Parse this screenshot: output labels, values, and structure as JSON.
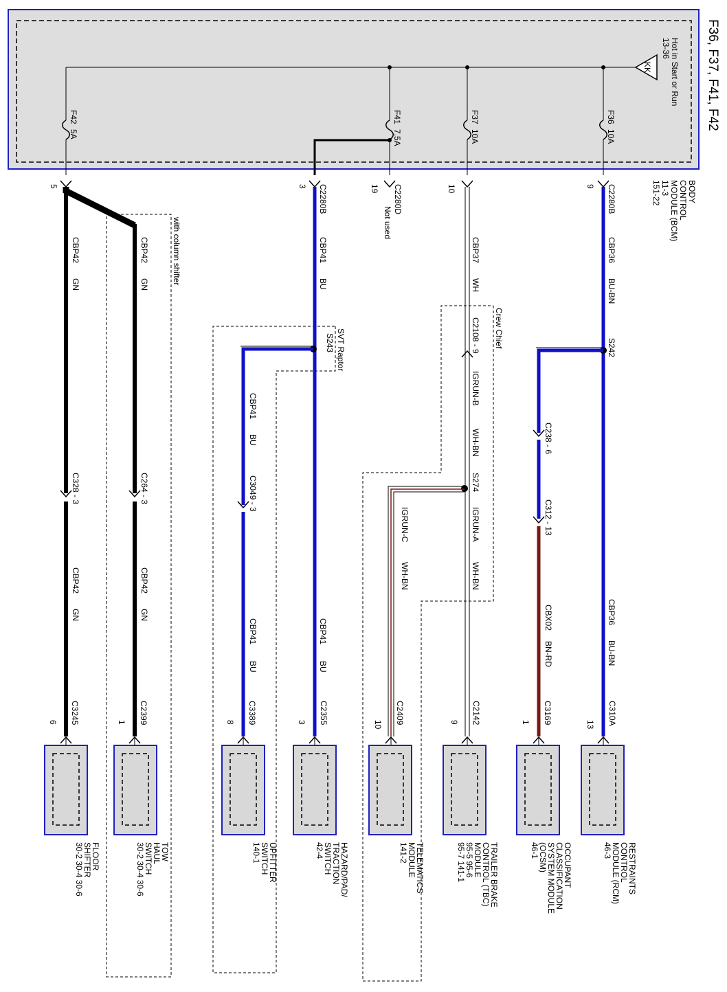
{
  "page_title": "F36, F37, F41, F42",
  "bcm": {
    "name_lines": [
      "BODY",
      "CONTROL",
      "MODULE (BCM)",
      "11-3",
      "151-22"
    ],
    "hot_text": "Hot in Start or Run",
    "hot_ref": "13-36",
    "ground_symbol": "KK"
  },
  "fuses": {
    "f36": {
      "id": "F36",
      "rating": "10A"
    },
    "f37": {
      "id": "F37",
      "rating": "10A"
    },
    "f41": {
      "id": "F41",
      "rating": "7.5A"
    },
    "f42": {
      "id": "F42",
      "rating": "5A"
    }
  },
  "connectors": {
    "c2280b_9": {
      "name": "C2280B",
      "pin": "9"
    },
    "c2280b_10": {
      "name": "",
      "pin": "10"
    },
    "c2280d": {
      "name": "C2280D",
      "pin": "19",
      "note": "Not used"
    },
    "c2280b_3": {
      "name": "C2280B",
      "pin": "3"
    },
    "f42_pin": {
      "name": "",
      "pin": "5"
    }
  },
  "circuits": {
    "cbp36_top": {
      "circuit": "CBP36",
      "color": "BU-BN"
    },
    "cbp36_bot": {
      "circuit": "CBP36",
      "color": "BU-BN"
    },
    "cbp37": {
      "circuit": "CBP37",
      "color": "WH"
    },
    "cbp41_top": {
      "circuit": "CBP41",
      "color": "BU"
    },
    "cbp41_bot": {
      "circuit": "CBP41",
      "color": "BU"
    },
    "cbp41_branch": {
      "circuit": "CBP41",
      "color": "BU"
    },
    "cbp41_branch_bot": {
      "circuit": "CBP41",
      "color": "BU"
    },
    "cbp42_a_top": {
      "circuit": "CBP42",
      "color": "GN"
    },
    "cbp42_a_bot": {
      "circuit": "CBP42",
      "color": "GN"
    },
    "cbp42_b_top": {
      "circuit": "CBP42",
      "color": "GN"
    },
    "cbp42_b_bot": {
      "circuit": "CBP42",
      "color": "GN"
    },
    "igrun_b": {
      "circuit": "IGRUN-B",
      "color": "WH-BN"
    },
    "igrun_a": {
      "circuit": "IGRUN-A",
      "color": "WH-BN"
    },
    "igrun_c": {
      "circuit": "IGRUN-C",
      "color": "WH-BN"
    },
    "cbx02": {
      "circuit": "CBX02",
      "color": "BN-RD"
    }
  },
  "splices": {
    "s242": "S242",
    "s243": "S243",
    "s274": "S274"
  },
  "inline": {
    "c238": "C238 - 6",
    "c312": "C312 - 13",
    "c2108": "C2108 - 9",
    "c3049": "C3049 - 3",
    "c264": "C264 - 3",
    "c328": "C328 - 3"
  },
  "options": {
    "crew_chief": "Crew Chief",
    "svt_raptor": "SVT Raptor",
    "column_shifter": "with column shifter"
  },
  "wire_colors": {
    "blue": "#1010c8",
    "black": "#000000",
    "brown": "#7a1a10",
    "module_border": "#2020c0",
    "module_fill": "#d8d8d8",
    "bcm_fill": "#dedede"
  },
  "modules": [
    {
      "key": "rcm",
      "conn": "C310A",
      "pin": "13",
      "lines": [
        "RESTRAINTS",
        "CONTROL",
        "MODULE (RCM)",
        "46-3"
      ]
    },
    {
      "key": "ocsm",
      "conn": "C3169",
      "pin": "1",
      "lines": [
        "OCCUPANT",
        "CLASSIFICATION",
        "SYSTEM MODULE",
        "(OCSM)",
        "46-1"
      ]
    },
    {
      "key": "tbc",
      "conn": "C2142",
      "pin": "9",
      "lines": [
        "TRAILER BRAKE",
        "CONTROL (TBC)",
        "MODULE",
        "95-5   95-6",
        "95-7   141-1"
      ]
    },
    {
      "key": "telematics",
      "conn": "C2409",
      "pin": "10",
      "lines": [
        "TELEMATICS",
        "MODULE",
        "141-2"
      ]
    },
    {
      "key": "hazard",
      "conn": "C2355",
      "pin": "3",
      "lines": [
        "HAZARD/PAD/",
        "TRACTION",
        "SWITCH",
        "42-4"
      ]
    },
    {
      "key": "upfitter",
      "conn": "C3389",
      "pin": "8",
      "lines": [
        "UPFITTER",
        "SWITCH",
        "140-1"
      ]
    },
    {
      "key": "towhaul",
      "conn": "C2399",
      "pin": "1",
      "lines": [
        "TOW",
        "HAUL",
        "SWITCH",
        "30-2   30-4   30-6"
      ]
    },
    {
      "key": "floor",
      "conn": "C3245",
      "pin": "6",
      "lines": [
        "FLOOR",
        "SHIFTER",
        "30-2   30-4   30-6"
      ]
    }
  ]
}
